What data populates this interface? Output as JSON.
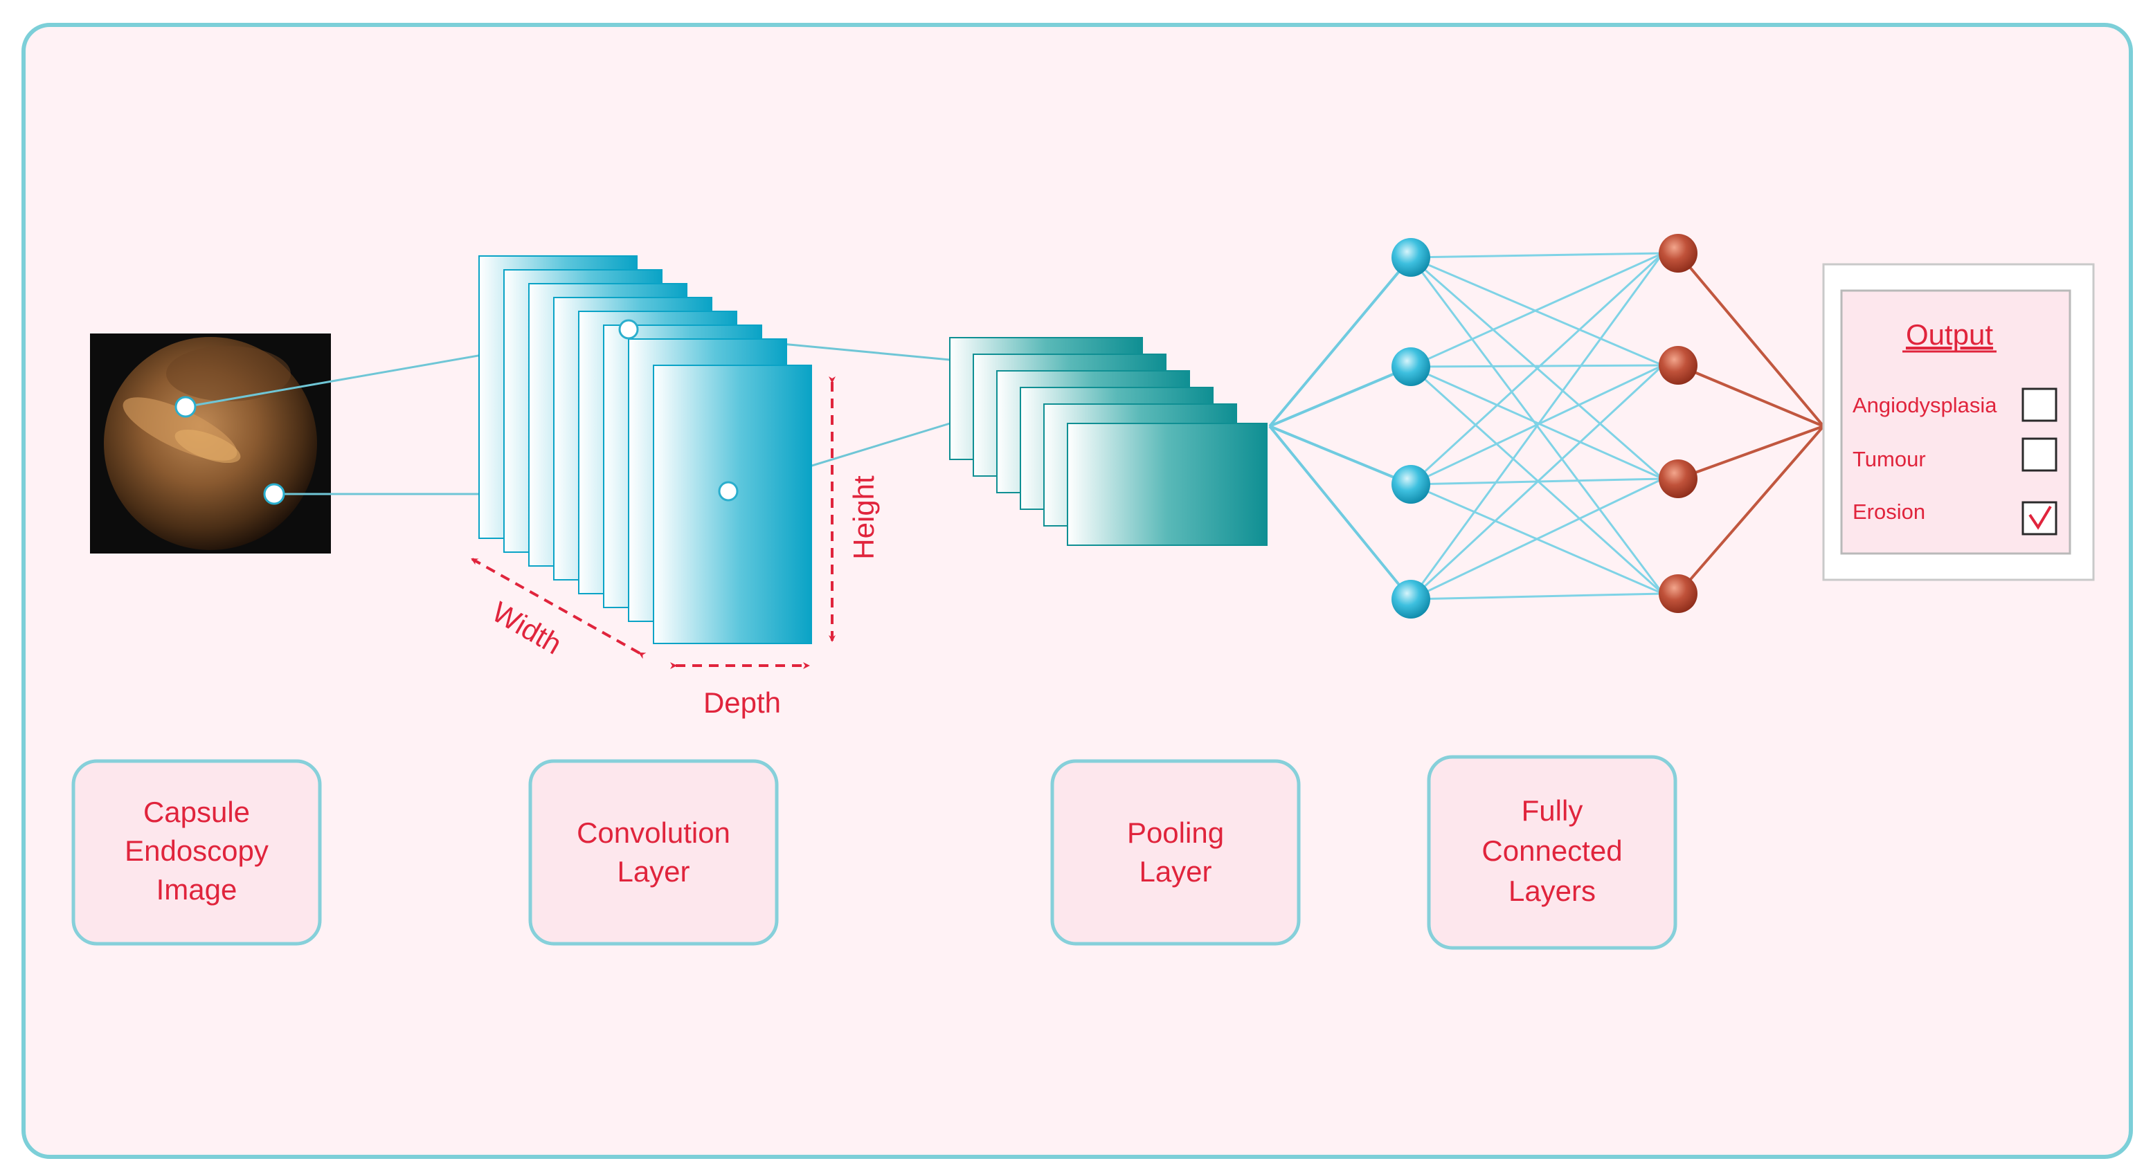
{
  "stages": {
    "input": [
      "Capsule",
      "Endoscopy",
      "Image"
    ],
    "conv": [
      "Convolution",
      "Layer"
    ],
    "pool": [
      "Pooling",
      "Layer"
    ],
    "fc": [
      "Fully",
      "Connected",
      "Layers"
    ]
  },
  "dimensions": {
    "width": "Width",
    "height": "Height",
    "depth": "Depth"
  },
  "output": {
    "title": "Output",
    "classes": [
      {
        "label": "Angiodysplasia",
        "checked": false
      },
      {
        "label": "Tumour",
        "checked": false
      },
      {
        "label": "Erosion",
        "checked": true
      }
    ]
  },
  "network": {
    "input_nodes": 4,
    "output_nodes": 4
  },
  "colors": {
    "accent": "#e0243c",
    "teal": "#12a5c4",
    "node_out": "#b8462e",
    "frame": "#7ccfd8",
    "bg": "#fff2f5"
  }
}
